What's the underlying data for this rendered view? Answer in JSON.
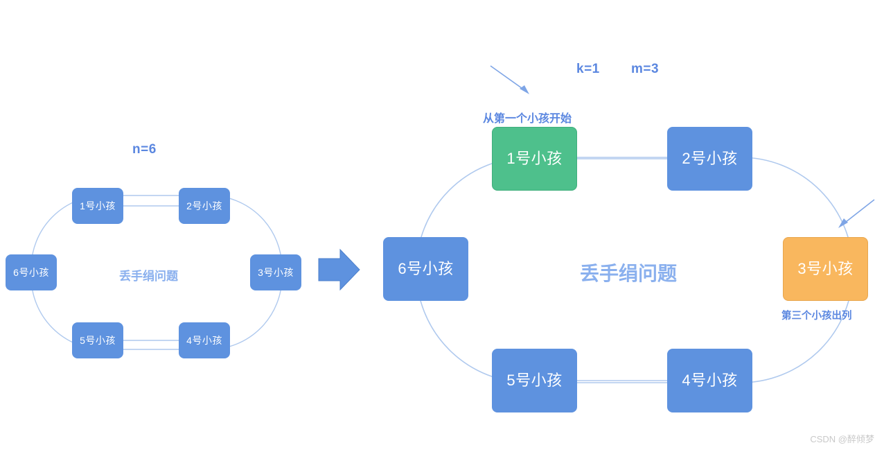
{
  "page": {
    "background": "#ffffff",
    "watermark": "CSDN @醉倾梦"
  },
  "colors": {
    "node_blue": "#5E92DF",
    "node_green": "#4EC08C",
    "node_orange": "#F9B75E",
    "ring_stroke": "#AFC9EE",
    "title_text": "#8AB0EE",
    "annotation_text": "#5B87E0",
    "transition_arrow": "#5E92DF",
    "watermark_text": "#c9c9c9"
  },
  "left_diagram": {
    "caption": "n=6",
    "ring_title": "丢手绢问题",
    "nodes": [
      {
        "id": "child-1",
        "label": "1号小孩",
        "color": "blue"
      },
      {
        "id": "child-2",
        "label": "2号小孩",
        "color": "blue"
      },
      {
        "id": "child-3",
        "label": "3号小孩",
        "color": "blue"
      },
      {
        "id": "child-4",
        "label": "4号小孩",
        "color": "blue"
      },
      {
        "id": "child-5",
        "label": "5号小孩",
        "color": "blue"
      },
      {
        "id": "child-6",
        "label": "6号小孩",
        "color": "blue"
      }
    ]
  },
  "transition": {
    "icon": "right-arrow-icon"
  },
  "right_diagram": {
    "ring_title": "丢手绢问题",
    "params": [
      {
        "id": "k",
        "label": "k=1"
      },
      {
        "id": "m",
        "label": "m=3"
      }
    ],
    "annotations": [
      {
        "id": "start-note",
        "label": "从第一个小孩开始"
      },
      {
        "id": "exit-note",
        "label": "第三个小孩出列"
      }
    ],
    "nodes": [
      {
        "id": "child-1",
        "label": "1号小孩",
        "color": "green"
      },
      {
        "id": "child-2",
        "label": "2号小孩",
        "color": "blue"
      },
      {
        "id": "child-3",
        "label": "3号小孩",
        "color": "orange"
      },
      {
        "id": "child-4",
        "label": "4号小孩",
        "color": "blue"
      },
      {
        "id": "child-5",
        "label": "5号小孩",
        "color": "blue"
      },
      {
        "id": "child-6",
        "label": "6号小孩",
        "color": "blue"
      }
    ]
  }
}
